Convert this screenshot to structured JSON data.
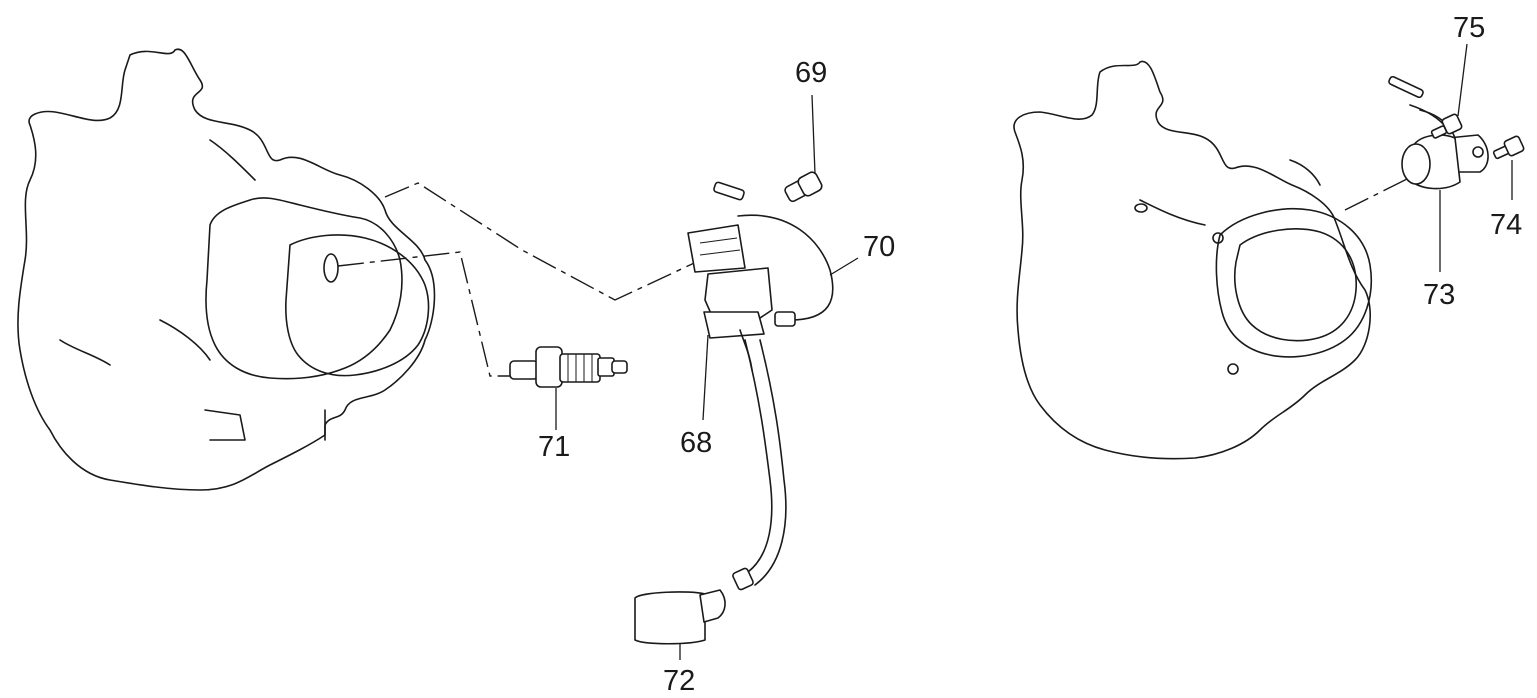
{
  "callouts": {
    "c68": "68",
    "c69": "69",
    "c70": "70",
    "c71": "71",
    "c72": "72",
    "c73": "73",
    "c74": "74",
    "c75": "75"
  },
  "colors": {
    "line": "#1a1a1a",
    "background": "#ffffff"
  }
}
